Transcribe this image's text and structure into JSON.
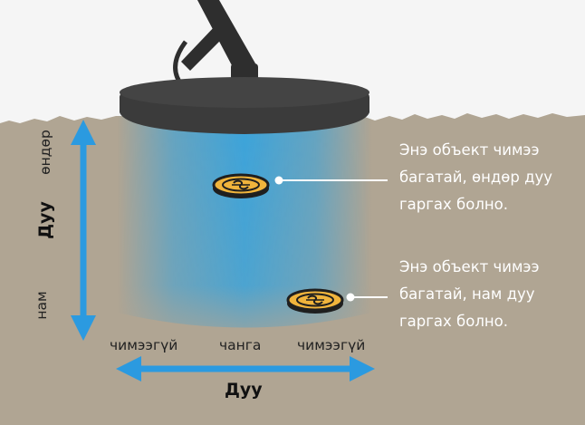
{
  "colors": {
    "sky": "#f5f5f5",
    "ground": "#b0a593",
    "coil": "#3b3b3b",
    "field": "#3aa3db",
    "arrow": "#2b9ae0",
    "coin": "#f0b43c",
    "note_text": "#ffffff"
  },
  "icons": {
    "detector": "metal-detector-coil",
    "coin": "dollar-coin"
  },
  "labels": {
    "pitch_axis_title": "Дуу",
    "pitch_high": "өндөр",
    "pitch_low": "нам",
    "width_axis_title": "Дуу",
    "tone_left": "чимээгүй",
    "tone_center": "чанга",
    "tone_right": "чимээгүй"
  },
  "notes": {
    "upper": {
      "line1": "Энэ объект чимээ",
      "line2": "багатай, өндөр дуу",
      "line3": "гаргах болно."
    },
    "lower": {
      "line1": "Энэ объект чимээ",
      "line2": "багатай, нам дуу",
      "line3": "гаргах болно."
    }
  }
}
